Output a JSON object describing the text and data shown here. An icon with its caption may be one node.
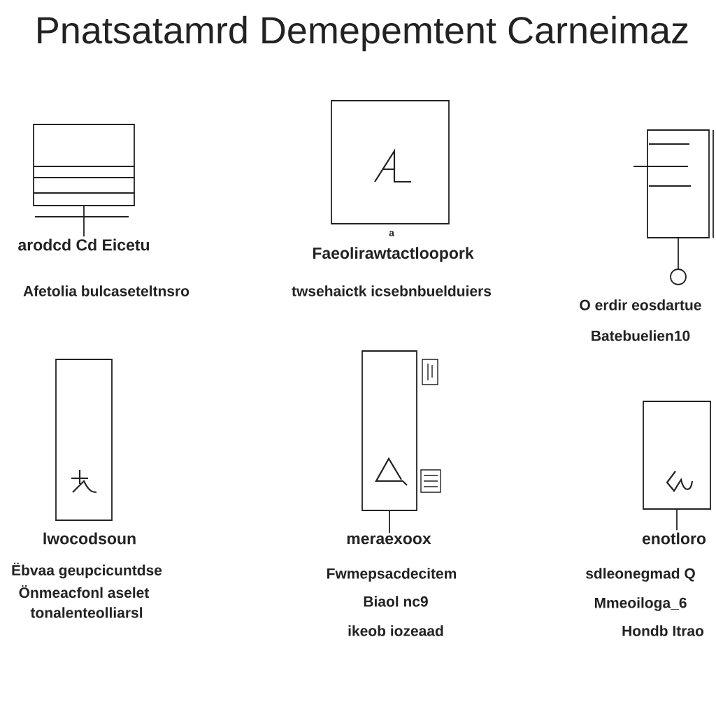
{
  "diagram": {
    "title": "Pnatsatamrd Demepemtent Carneimaz",
    "nodes": [
      {
        "text": [],
        "shape": "box"
      },
      {
        "text": [
          "arodcd Cd Eicetu"
        ],
        "beside": [
          "Afetolia bulcaseteltnsro"
        ]
      },
      {
        "text": [],
        "shape": "box",
        "beside": [
          "a",
          "Faeolirawtactloopork",
          "twsehaictk icsebnbuelduiers"
        ]
      },
      {
        "text": [],
        "shape": "box"
      },
      {
        "text": [],
        "shape": "circle",
        "beside": [
          "O erdir eosdartue",
          "Batebuelien10"
        ]
      },
      {
        "text": [],
        "shape": "box",
        "beside": [
          "lwocodsoun",
          "Ëbvaa geupcicuntdse",
          "Önmeacfonl aselet",
          "tonalenteolliarsl"
        ]
      },
      {
        "text": [],
        "shape": "box"
      },
      {
        "text": [
          "meraexoox"
        ],
        "beside": [
          "Fwmepsacdecitem",
          "Biaol nc9",
          "ikeob iozeaad"
        ]
      },
      {
        "text": [],
        "shape": "box"
      },
      {
        "text": [
          "enotloro"
        ],
        "beside": [
          "sdleonegmad Q",
          "Mmeoiloga_6",
          "Hondb Itrao"
        ]
      }
    ],
    "edges": [
      {
        "from": 0,
        "to": 1,
        "arrow": "none"
      },
      {
        "from": 3,
        "to": 4,
        "arrow": "none"
      },
      {
        "from": 6,
        "to": 7,
        "arrow": "none"
      },
      {
        "from": 8,
        "to": 9,
        "arrow": "none"
      }
    ]
  }
}
